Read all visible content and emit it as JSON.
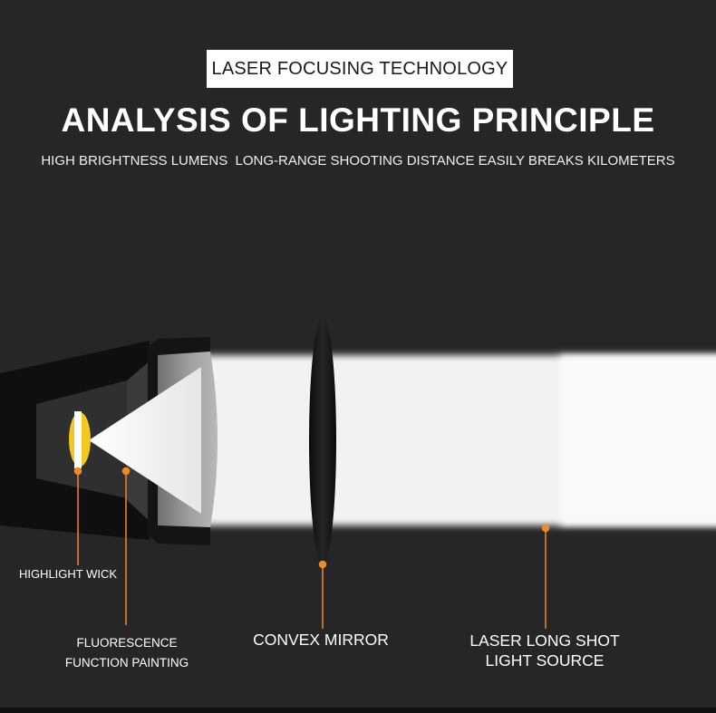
{
  "header": {
    "tag": "LASER FOCUSING TECHNOLOGY",
    "title": "ANALYSIS OF LIGHTING PRINCIPLE",
    "subtitle": "HIGH BRIGHTNESS LUMENS  LONG-RANGE SHOOTING DISTANCE EASILY BREAKS KILOMETERS"
  },
  "callouts": {
    "wick": "HIGHLIGHT WICK",
    "fluorescence_line1": "FLUORESCENCE",
    "fluorescence_line2": "FUNCTION PAINTING",
    "mirror": "CONVEX MIRROR",
    "laser_line1": "LASER LONG SHOT",
    "laser_line2": "LIGHT SOURCE"
  },
  "colors": {
    "background": "#262626",
    "accent": "#f08a24",
    "phosphor": "#f2c81e",
    "beam": "#f2f2f2"
  }
}
